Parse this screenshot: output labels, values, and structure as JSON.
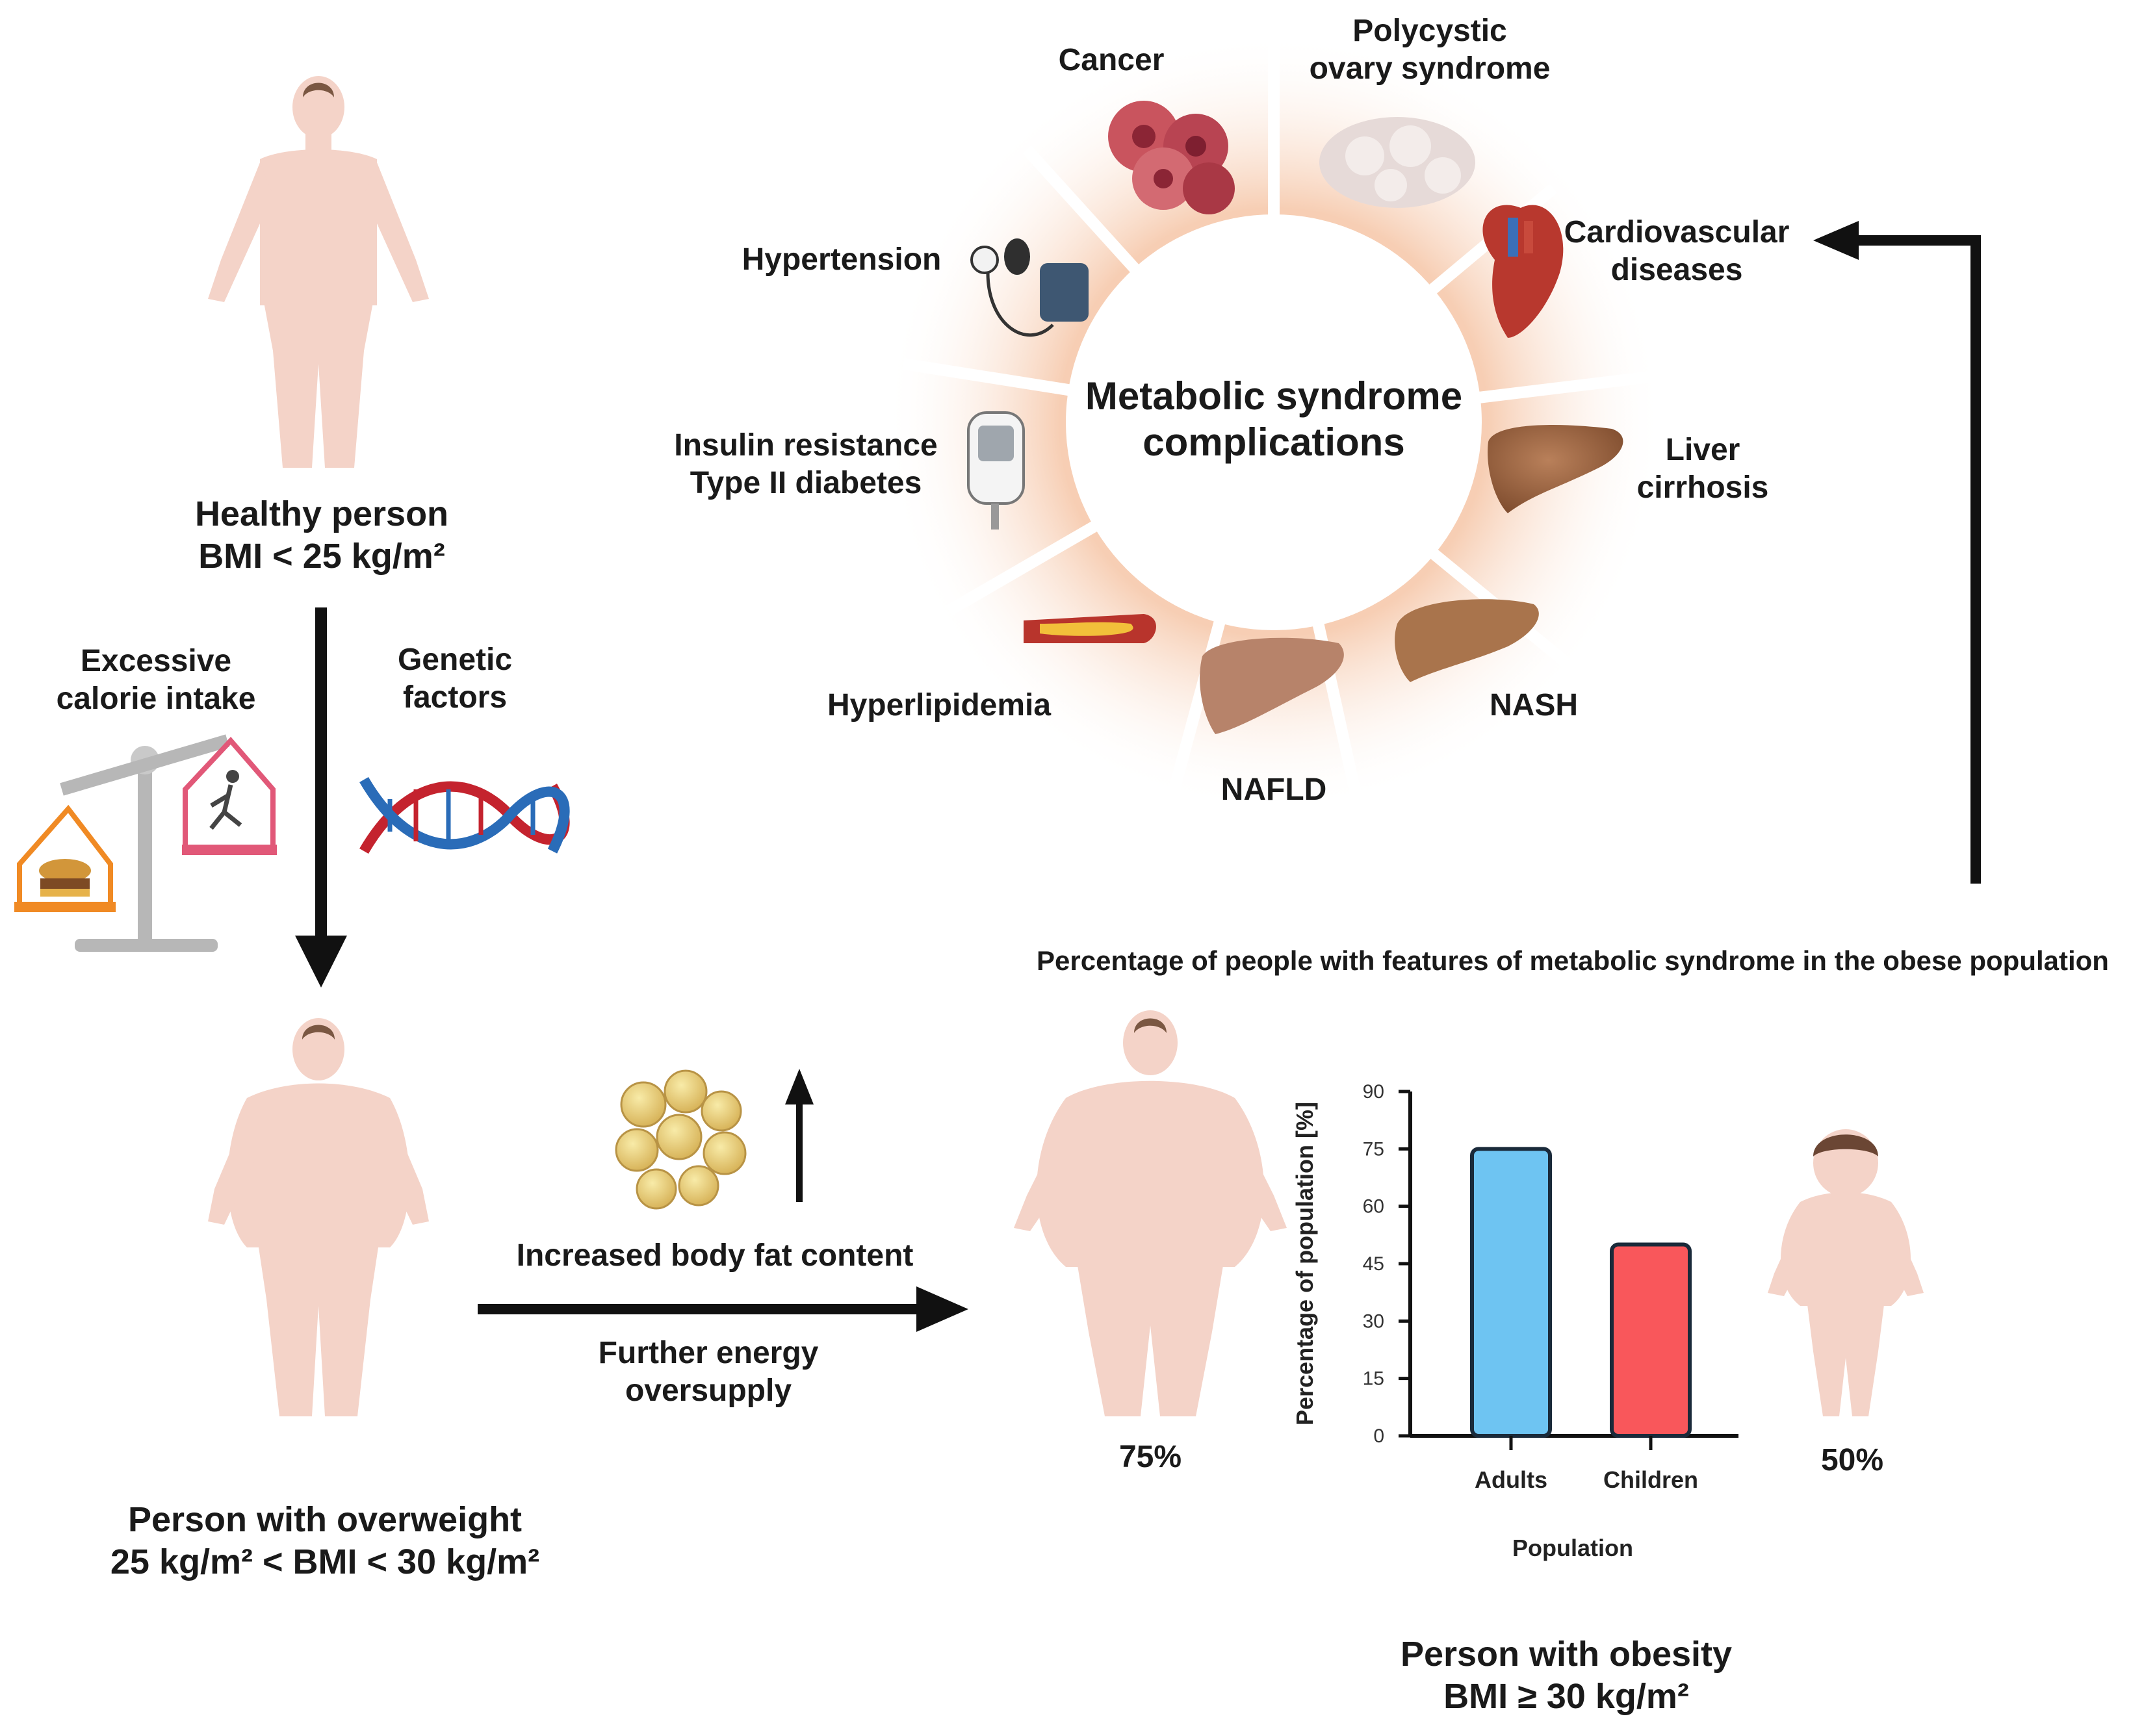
{
  "healthy": {
    "title": "Healthy person",
    "bmi": "BMI < 25 kg/m²"
  },
  "causes": {
    "calorie": [
      "Excessive",
      "calorie intake"
    ],
    "genetic": [
      "Genetic",
      "factors"
    ]
  },
  "overweight": {
    "title": "Person with overweight",
    "bmi": "25 kg/m² < BMI < 30 kg/m²"
  },
  "process": {
    "fat": "Increased body fat content",
    "energy": [
      "Further energy",
      "oversupply"
    ]
  },
  "obesity": {
    "title": "Person with obesity",
    "bmi": "BMI ≥ 30 kg/m²",
    "adult_pct": "75%",
    "child_pct": "50%"
  },
  "wheel": {
    "center": [
      "Metabolic syndrome",
      "complications"
    ],
    "items": {
      "cancer": [
        "Cancer"
      ],
      "pcos": [
        "Polycystic",
        "ovary syndrome"
      ],
      "cardio": [
        "Cardiovascular",
        "diseases"
      ],
      "liver": [
        "Liver",
        "cirrhosis"
      ],
      "nash": [
        "NASH"
      ],
      "nafld": [
        "NAFLD"
      ],
      "hyperlipidemia": [
        "Hyperlipidemia"
      ],
      "insulin": [
        "Insulin resistance",
        "Type II diabetes"
      ],
      "hypertension": [
        "Hypertension"
      ]
    }
  },
  "colors": {
    "adults": "#6EC4F2",
    "children": "#F9575B",
    "arrow": "#111111",
    "wheel_glow": "#F8D9C4",
    "skin": "#F4D3C8"
  },
  "chart_data": {
    "type": "bar",
    "title": "Percentage of people with features of metabolic syndrome in the obese population",
    "categories": [
      "Adults",
      "Children"
    ],
    "values": [
      75,
      50
    ],
    "xlabel": "Population",
    "ylabel": "Percentage of population [%]",
    "ylim": [
      0,
      90
    ],
    "yticks": [
      0,
      15,
      30,
      45,
      60,
      75,
      90
    ],
    "colors": [
      "#6EC4F2",
      "#F9575B"
    ]
  }
}
